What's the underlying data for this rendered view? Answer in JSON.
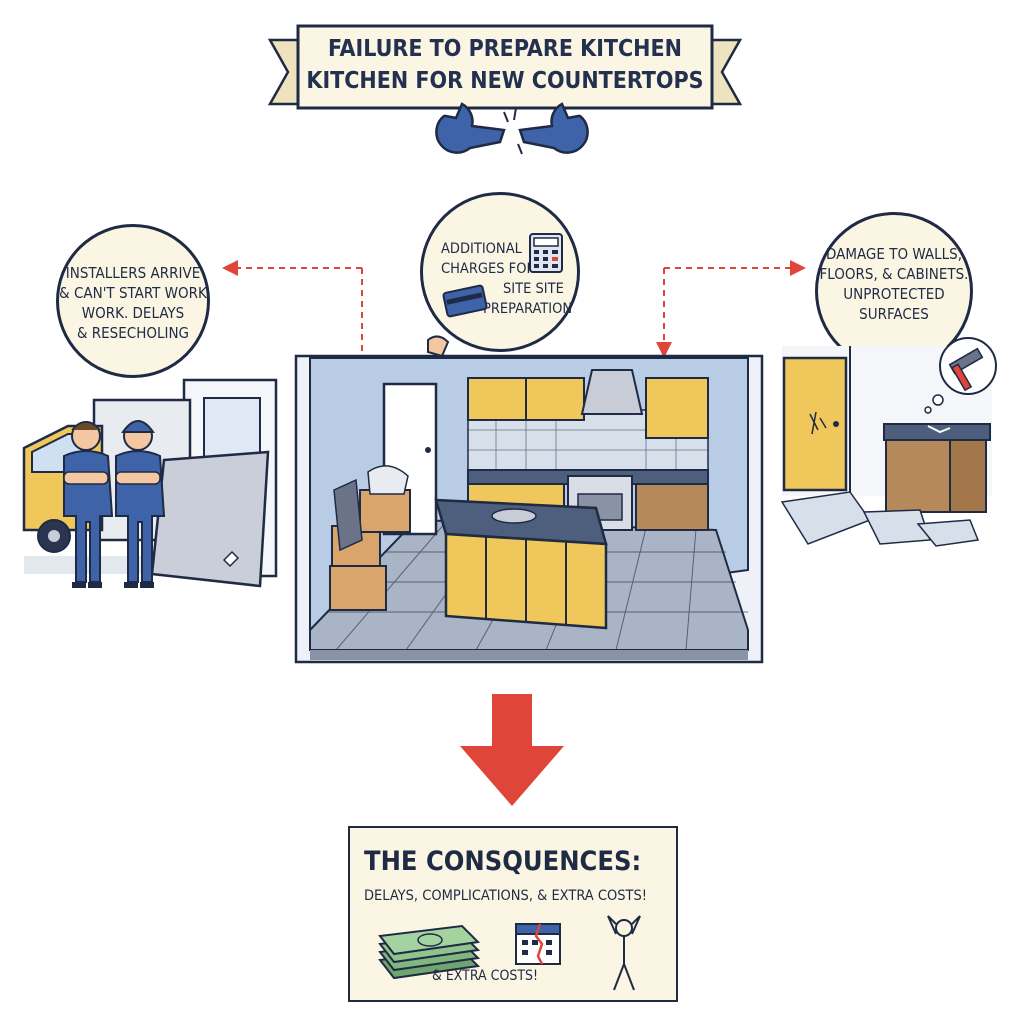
{
  "title": {
    "line1": "FAILURE TO PREPARE KITCHEN",
    "line2": "KITCHEN FOR NEW COUNTERTOPS"
  },
  "bubbles": {
    "left": [
      "INSTALLERS ARRIVE",
      "& CAN'T START WORK",
      "WORK. DELAYS",
      "& RESECHOLING"
    ],
    "center": [
      "ADDITIONAL",
      "CHARGES FOR",
      "SITE SITE",
      "PREPARATION"
    ],
    "right": [
      "DAMAGE TO WALLS,",
      "FLOORS, & CABINETS.",
      "UNPROTECTED",
      "SURFACES"
    ]
  },
  "consequences": {
    "heading": "THE CONSQUENCES:",
    "subtitle": "DELAYS, COMPLICATIONS, & EXTRA COSTS!",
    "extra": "& EXTRA COSTS!"
  },
  "colors": {
    "navy": "#1f2a44",
    "cream": "#fbf5e3",
    "red": "#e0453a",
    "blue": "#3f63a8",
    "yellow": "#f0c75a",
    "wall_blue": "#b9cce6",
    "counter": "#4d5f7d",
    "money_green": "#7fb77e"
  },
  "icons": [
    "broken-wrench-icon",
    "calculator-icon",
    "credit-card-icon",
    "hammer-icon",
    "money-stack-icon",
    "broken-calendar-icon",
    "stressed-person-icon",
    "down-arrow-icon"
  ]
}
